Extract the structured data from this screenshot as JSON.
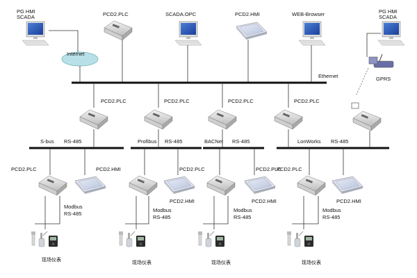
{
  "top": {
    "pg_hmi_scada_left": [
      "PG  HMI",
      "SCADA"
    ],
    "internet": "Internet",
    "pcd2_plc": "PCD2.PLC",
    "scada_opc": "SCADA.OPC",
    "pcd2_hmi": "PCD2.HMI",
    "web_browser": "WEB-Browser",
    "pg_hmi_scada_right": [
      "PG  HMI",
      "SCADA"
    ],
    "ethernet": "Ethernet",
    "gprs": "GPRS"
  },
  "mid_plc_labels": [
    "PCD2.PLC",
    "PCD2.PLC",
    "PCD2.PLC",
    "PCD2.PLC"
  ],
  "fieldbuses": [
    {
      "name": "S-bus",
      "proto": "RS-485"
    },
    {
      "name": "Profibus",
      "proto": "RS-485"
    },
    {
      "name": "BACNet",
      "proto": "RS-485"
    },
    {
      "name": "LonWorks",
      "proto": "RS-485"
    }
  ],
  "groups": [
    {
      "plc": "PCD2.PLC",
      "hmi": "PCD2.HMI",
      "hmi_low": "",
      "modbus": [
        "Modbus",
        "RS-485"
      ],
      "field": "现场仪表"
    },
    {
      "plc": "",
      "hmi": "PCD2.PLC",
      "hmi_low": "PCD2.HMI",
      "modbus": [
        "Modbus",
        "RS-485"
      ],
      "field": "现场仪表"
    },
    {
      "plc": "",
      "hmi": "PCD2.PLC",
      "hmi_low": "PCD2.HMI",
      "modbus": [
        "Modbus",
        "RS-485"
      ],
      "field": "现场仪表"
    },
    {
      "plc": "PCD2.PLC",
      "hmi": "",
      "hmi_low": "PCD2.HMI",
      "modbus": [
        "Modbus",
        "RS-485"
      ],
      "field": "现场仪表"
    }
  ]
}
